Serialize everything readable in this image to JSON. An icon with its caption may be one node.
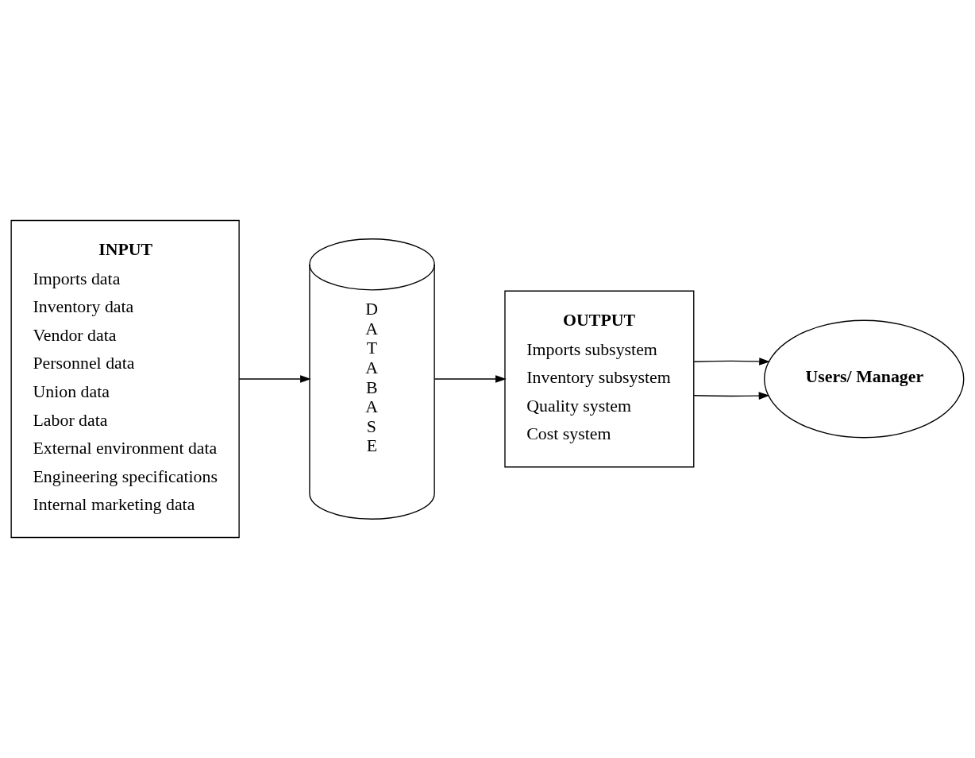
{
  "diagram": {
    "nodes": [
      {
        "text": [
          "INPUT",
          "Imports data",
          "Inventory data",
          "Vendor data",
          "Personnel data",
          "Union data",
          "Labor data",
          "External environment data",
          "Engineering specifications",
          "Internal marketing data"
        ]
      },
      {
        "text": [
          "D A T A B A S E"
        ]
      },
      {
        "text": [
          "OUTPUT",
          "Imports subsystem",
          "Inventory subsystem",
          "Quality system",
          "Cost system"
        ]
      },
      {
        "text": [
          "Users/ Manager"
        ]
      }
    ],
    "edges": [
      {
        "from": 0,
        "to": 1,
        "arrow": "to"
      },
      {
        "from": 1,
        "to": 2,
        "arrow": "to"
      },
      {
        "from": 2,
        "to": 3,
        "arrow": "to"
      },
      {
        "from": 2,
        "to": 3,
        "arrow": "to"
      }
    ]
  }
}
